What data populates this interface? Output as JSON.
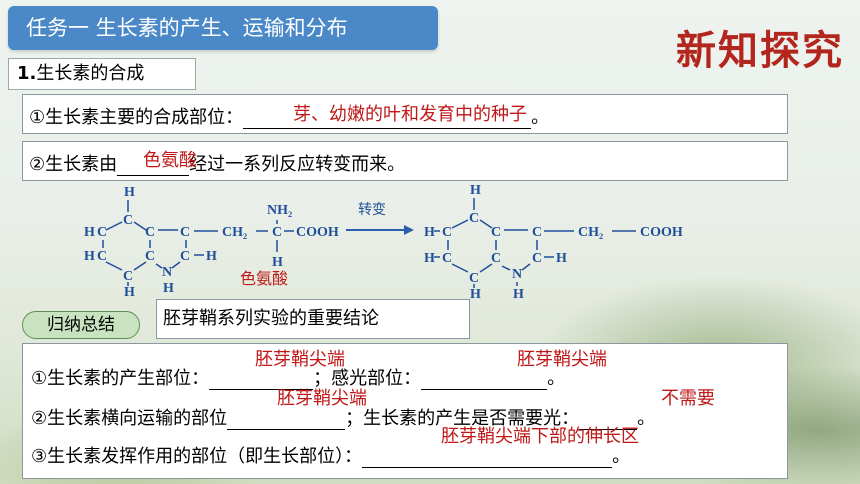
{
  "header": {
    "title": "任务一  生长素的产生、运输和分布",
    "badge": "新知探究"
  },
  "section": {
    "number": "1.",
    "label": "生长素的合成"
  },
  "q1": {
    "prefix": "①生长素主要的合成部位：",
    "answer": "芽、幼嫩的叶和发育中的种子",
    "suffix": "。"
  },
  "q2": {
    "prefix": "②生长素由",
    "answer": "色氨酸",
    "suffix": "经过一系列反应转变而来。"
  },
  "reaction": {
    "arrow_label": "转变",
    "left_caption": "色氨酸",
    "atom_H": "H",
    "atom_C": "C",
    "atom_N": "N",
    "nh2": "NH₂",
    "cooh": "COOH",
    "ch2": "CH₂",
    "bond_h": "—",
    "bond_v": "|",
    "ring_dash": "—C—"
  },
  "summary": {
    "pill": "归纳总结",
    "title": "胚芽鞘系列实验的重要结论",
    "line1": {
      "prefix": "①生长素的产生部位：",
      "answer1": "胚芽鞘尖端",
      "mid": "；感光部位：",
      "answer2": "胚芽鞘尖端",
      "suffix": "。"
    },
    "line2": {
      "prefix": "②生长素横向运输的部位",
      "answer1": "胚芽鞘尖端",
      "mid": "；生长素的产生是否需要光：",
      "answer2": "不需要",
      "suffix": "。"
    },
    "line3": {
      "prefix": "③生长素发挥作用的部位（即生长部位）：",
      "answer": "胚芽鞘尖端下部的伸长区",
      "suffix": "。"
    }
  },
  "colors": {
    "title_bg": "#4a88c8",
    "answer": "#c01818",
    "structure": "#1f4e9a",
    "pill_bg": "#c9e3c1"
  }
}
